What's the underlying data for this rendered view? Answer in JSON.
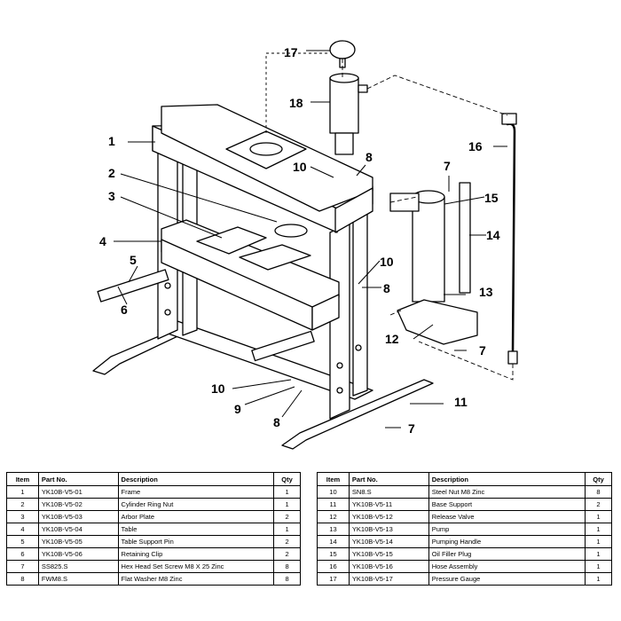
{
  "table_headers": {
    "item": "Item",
    "part_no": "Part No.",
    "description": "Description",
    "qty": "Qty"
  },
  "callouts": [
    "1",
    "2",
    "3",
    "4",
    "5",
    "6",
    "7",
    "8",
    "10",
    "11",
    "12",
    "13",
    "14",
    "15",
    "16",
    "17",
    "18",
    "9"
  ],
  "parts_left": [
    {
      "item": "1",
      "part_no": "YK10B-V5-01",
      "description": "Frame",
      "qty": "1"
    },
    {
      "item": "2",
      "part_no": "YK10B-V5-02",
      "description": "Cylinder Ring Nut",
      "qty": "1"
    },
    {
      "item": "3",
      "part_no": "YK10B-V5-03",
      "description": "Arbor Plate",
      "qty": "2"
    },
    {
      "item": "4",
      "part_no": "YK10B-V5-04",
      "description": "Table",
      "qty": "1"
    },
    {
      "item": "5",
      "part_no": "YK10B-V5-05",
      "description": "Table Support Pin",
      "qty": "2"
    },
    {
      "item": "6",
      "part_no": "YK10B-V5-06",
      "description": "Retaining Clip",
      "qty": "2"
    },
    {
      "item": "7",
      "part_no": "SS825.S",
      "description": "Hex Head Set Screw M8 X 25 Zinc",
      "qty": "8"
    },
    {
      "item": "8",
      "part_no": "FWM8.S",
      "description": "Flat Washer M8 Zinc",
      "qty": "8"
    }
  ],
  "parts_right": [
    {
      "item": "10",
      "part_no": "SN8.S",
      "description": "Steel Nut M8 Zinc",
      "qty": "8"
    },
    {
      "item": "11",
      "part_no": "YK10B-V5-11",
      "description": "Base Support",
      "qty": "2"
    },
    {
      "item": "12",
      "part_no": "YK10B-V5-12",
      "description": "Release Valve",
      "qty": "1"
    },
    {
      "item": "13",
      "part_no": "YK10B-V5-13",
      "description": "Pump",
      "qty": "1"
    },
    {
      "item": "14",
      "part_no": "YK10B-V5-14",
      "description": "Pumping Handle",
      "qty": "1"
    },
    {
      "item": "15",
      "part_no": "YK10B-V5-15",
      "description": "Oil Filler Plug",
      "qty": "1"
    },
    {
      "item": "16",
      "part_no": "YK10B-V5-16",
      "description": "Hose Assembly",
      "qty": "1"
    },
    {
      "item": "17",
      "part_no": "YK10B-V5-17",
      "description": "Pressure Gauge",
      "qty": "1"
    }
  ]
}
